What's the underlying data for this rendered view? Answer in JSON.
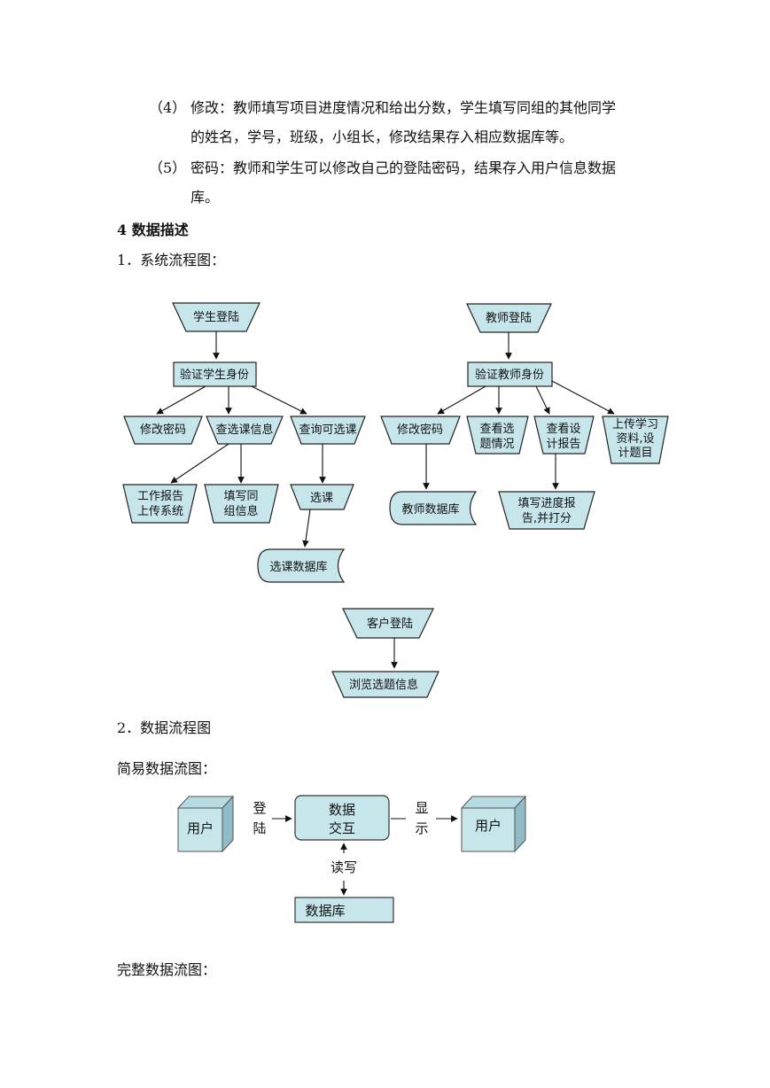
{
  "paragraphs": {
    "p4_num": "（4）",
    "p4_line1": "修改：教师填写项目进度情况和给出分数，学生填写同组的其他同学",
    "p4_line2": "的姓名，学号，班级，小组长，修改结果存入相应数据库等。",
    "p5_num": "（5）",
    "p5_line1": "密码：教师和学生可以修改自己的登陆密码，结果存入用户信息数据",
    "p5_line2": "库。"
  },
  "section_heading": "4  数据描述",
  "sub1": "1．系统流程图：",
  "sub2": "2．数据流程图",
  "simple_label": "简易数据流图：",
  "full_label": "完整数据流图：",
  "flow1": {
    "student_login": "学生登陆",
    "verify_student": "验证学生身份",
    "change_pwd_s": "修改密码",
    "query_selected": "查选课信息",
    "query_available": "查询可选课",
    "work_report_1": "工作报告",
    "work_report_2": "上传系统",
    "fill_group_1": "填写同",
    "fill_group_2": "组信息",
    "select_course": "选课",
    "course_db": "选课数据库",
    "teacher_login": "教师登陆",
    "verify_teacher": "验证教师身份",
    "change_pwd_t": "修改密码",
    "view_sel_1": "查看选",
    "view_sel_2": "题情况",
    "view_design_1": "查看设",
    "view_design_2": "计报告",
    "upload_1": "上传学习",
    "upload_2": "资料,设",
    "upload_3": "计题目",
    "teacher_db": "教师数据库",
    "fill_progress_1": "填写进度报",
    "fill_progress_2": "告,并打分",
    "guest_login": "客户登陆",
    "browse_info": "浏览选题信息"
  },
  "flow2": {
    "user_left": "用户",
    "login_1": "登",
    "login_2": "陆",
    "data_1": "数据",
    "data_2": "交互",
    "display_1": "显",
    "display_2": "示",
    "user_right": "用户",
    "rw": "读写",
    "database": "数据库"
  }
}
